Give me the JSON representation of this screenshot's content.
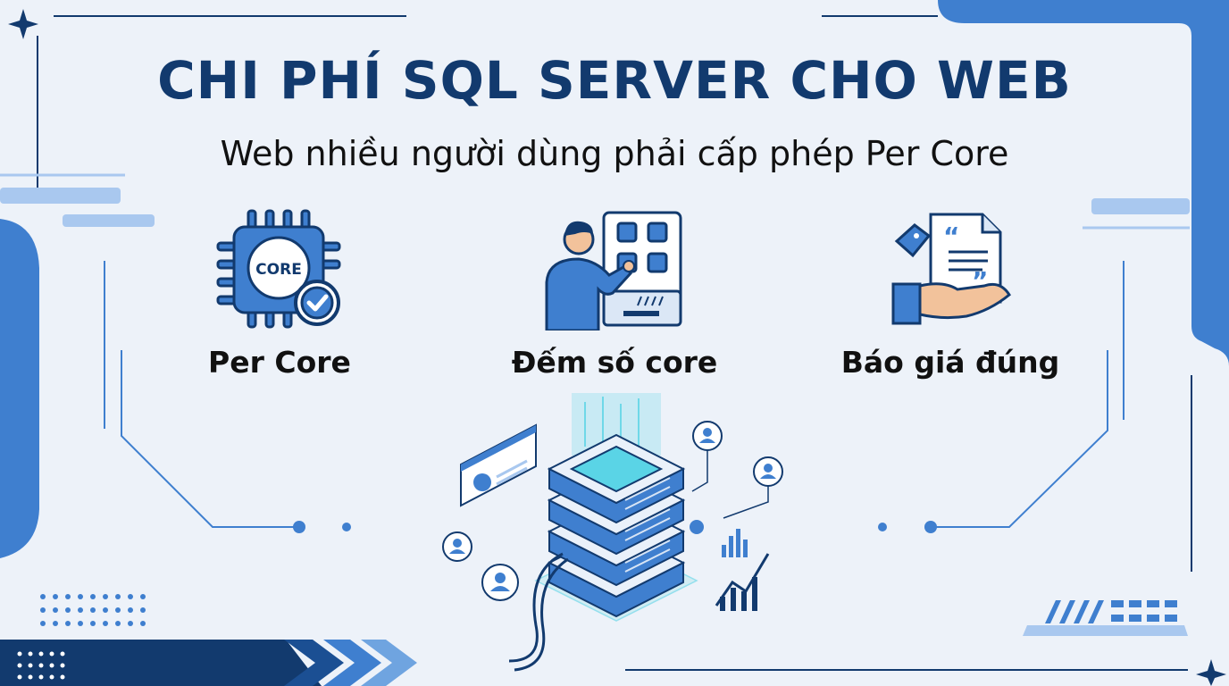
{
  "title": "CHI PHÍ SQL SERVER CHO WEB",
  "subtitle": "Web nhiều người dùng phải cấp phép Per Core",
  "features": [
    {
      "label": "Per Core",
      "icon": "cpu-core-check-icon",
      "icon_text": "CORE"
    },
    {
      "label": "Đếm số core",
      "icon": "person-counting-cores-icon"
    },
    {
      "label": "Báo giá đúng",
      "icon": "hand-holding-quote-icon"
    }
  ],
  "illustration": {
    "icon": "isometric-server-stack-icon"
  },
  "colors": {
    "background": "#edf2f9",
    "navy": "#123a6e",
    "blue": "#3f7fcf",
    "light_blue": "#a9c8ef",
    "cyan": "#5ad4e6"
  }
}
